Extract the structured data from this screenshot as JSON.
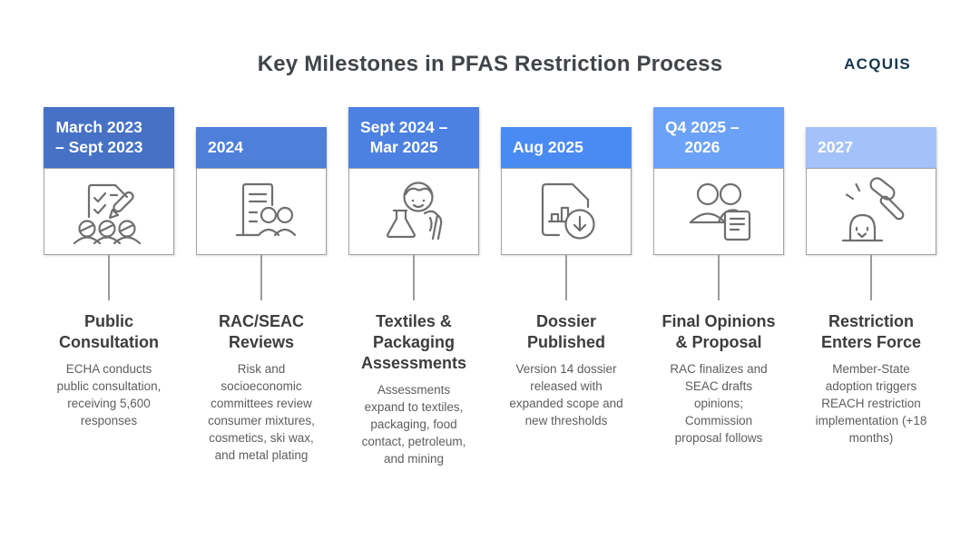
{
  "header": {
    "title": "Key Milestones in PFAS Restriction Process",
    "logo": "ACQUIS"
  },
  "milestones": [
    {
      "date": "March 2023\n– Sept 2023",
      "color": "#4671c5",
      "icon": "consultation-checklist-people-icon",
      "heading": "Public\nConsultation",
      "description": "ECHA conducts\npublic consultation,\nreceiving 5,600\nresponses"
    },
    {
      "date": "2024",
      "color": "#4e7fd9",
      "icon": "committee-document-people-icon",
      "heading": "RAC/SEAC\nReviews",
      "description": "Risk and\nsocioeconomic\ncommittees review\nconsumer mixtures,\ncosmetics, ski wax,\nand metal plating"
    },
    {
      "date": "Sept 2024 –\nMar 2025",
      "color": "#4c81e1",
      "icon": "scientist-flask-icon",
      "heading": "Textiles &\nPackaging\nAssessments",
      "description": "Assessments\nexpand to textiles,\npackaging, food\ncontact, petroleum,\nand mining"
    },
    {
      "date": "Aug 2025",
      "color": "#4a8bf3",
      "icon": "document-download-icon",
      "heading": "Dossier\nPublished",
      "description": "Version 14 dossier\nreleased with\nexpanded scope and\nnew thresholds"
    },
    {
      "date": "Q4 2025 –\n2026",
      "color": "#6ba2f8",
      "icon": "people-opinion-document-icon",
      "heading": "Final Opinions\n& Proposal",
      "description": "RAC finalizes and\nSEAC drafts\nopinions;\nCommission\nproposal follows"
    },
    {
      "date": "2027",
      "color": "#a4c2fa",
      "icon": "gavel-enforcement-icon",
      "heading": "Restriction\nEnters Force",
      "description": "Member-State\nadoption triggers\nREACH restriction\nimplementation (+18\nmonths)"
    }
  ]
}
